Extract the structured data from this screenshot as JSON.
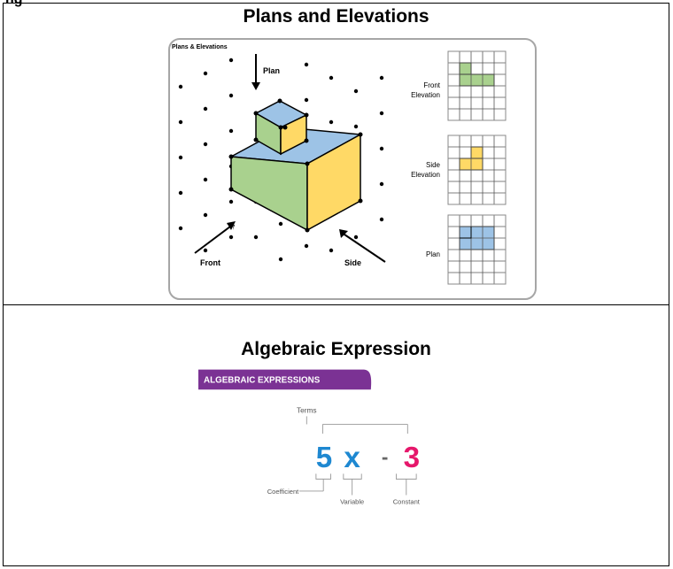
{
  "page": {
    "cut_label": "ng"
  },
  "plans": {
    "heading": "Plans and Elevations",
    "panel_title": "Plans & Elevations",
    "arrow_plan_label": "Plan",
    "arrow_front_label": "Front",
    "arrow_side_label": "Side",
    "front_elevation_label_line1": "Front",
    "front_elevation_label_line2": "Elevation",
    "side_elevation_label_line1": "Side",
    "side_elevation_label_line2": "Elevation",
    "plan_view_label": "Plan",
    "colors": {
      "top_face": "#9dc3e6",
      "front_face": "#a9d18e",
      "side_face": "#ffd966",
      "panel_border": "#a6a6a6"
    }
  },
  "algebra": {
    "heading": "Algebraic Expression",
    "banner": "ALGEBRAIC EXPRESSIONS",
    "terms_label": "Terms",
    "coefficient": "5",
    "variable": "x",
    "operator": "-",
    "constant": "3",
    "coefficient_label": "Coefficient",
    "variable_label": "Variable",
    "constant_label": "Constant",
    "colors": {
      "banner": "#7b3294",
      "coefficient": "#1e88d1",
      "constant": "#e6176b"
    }
  }
}
